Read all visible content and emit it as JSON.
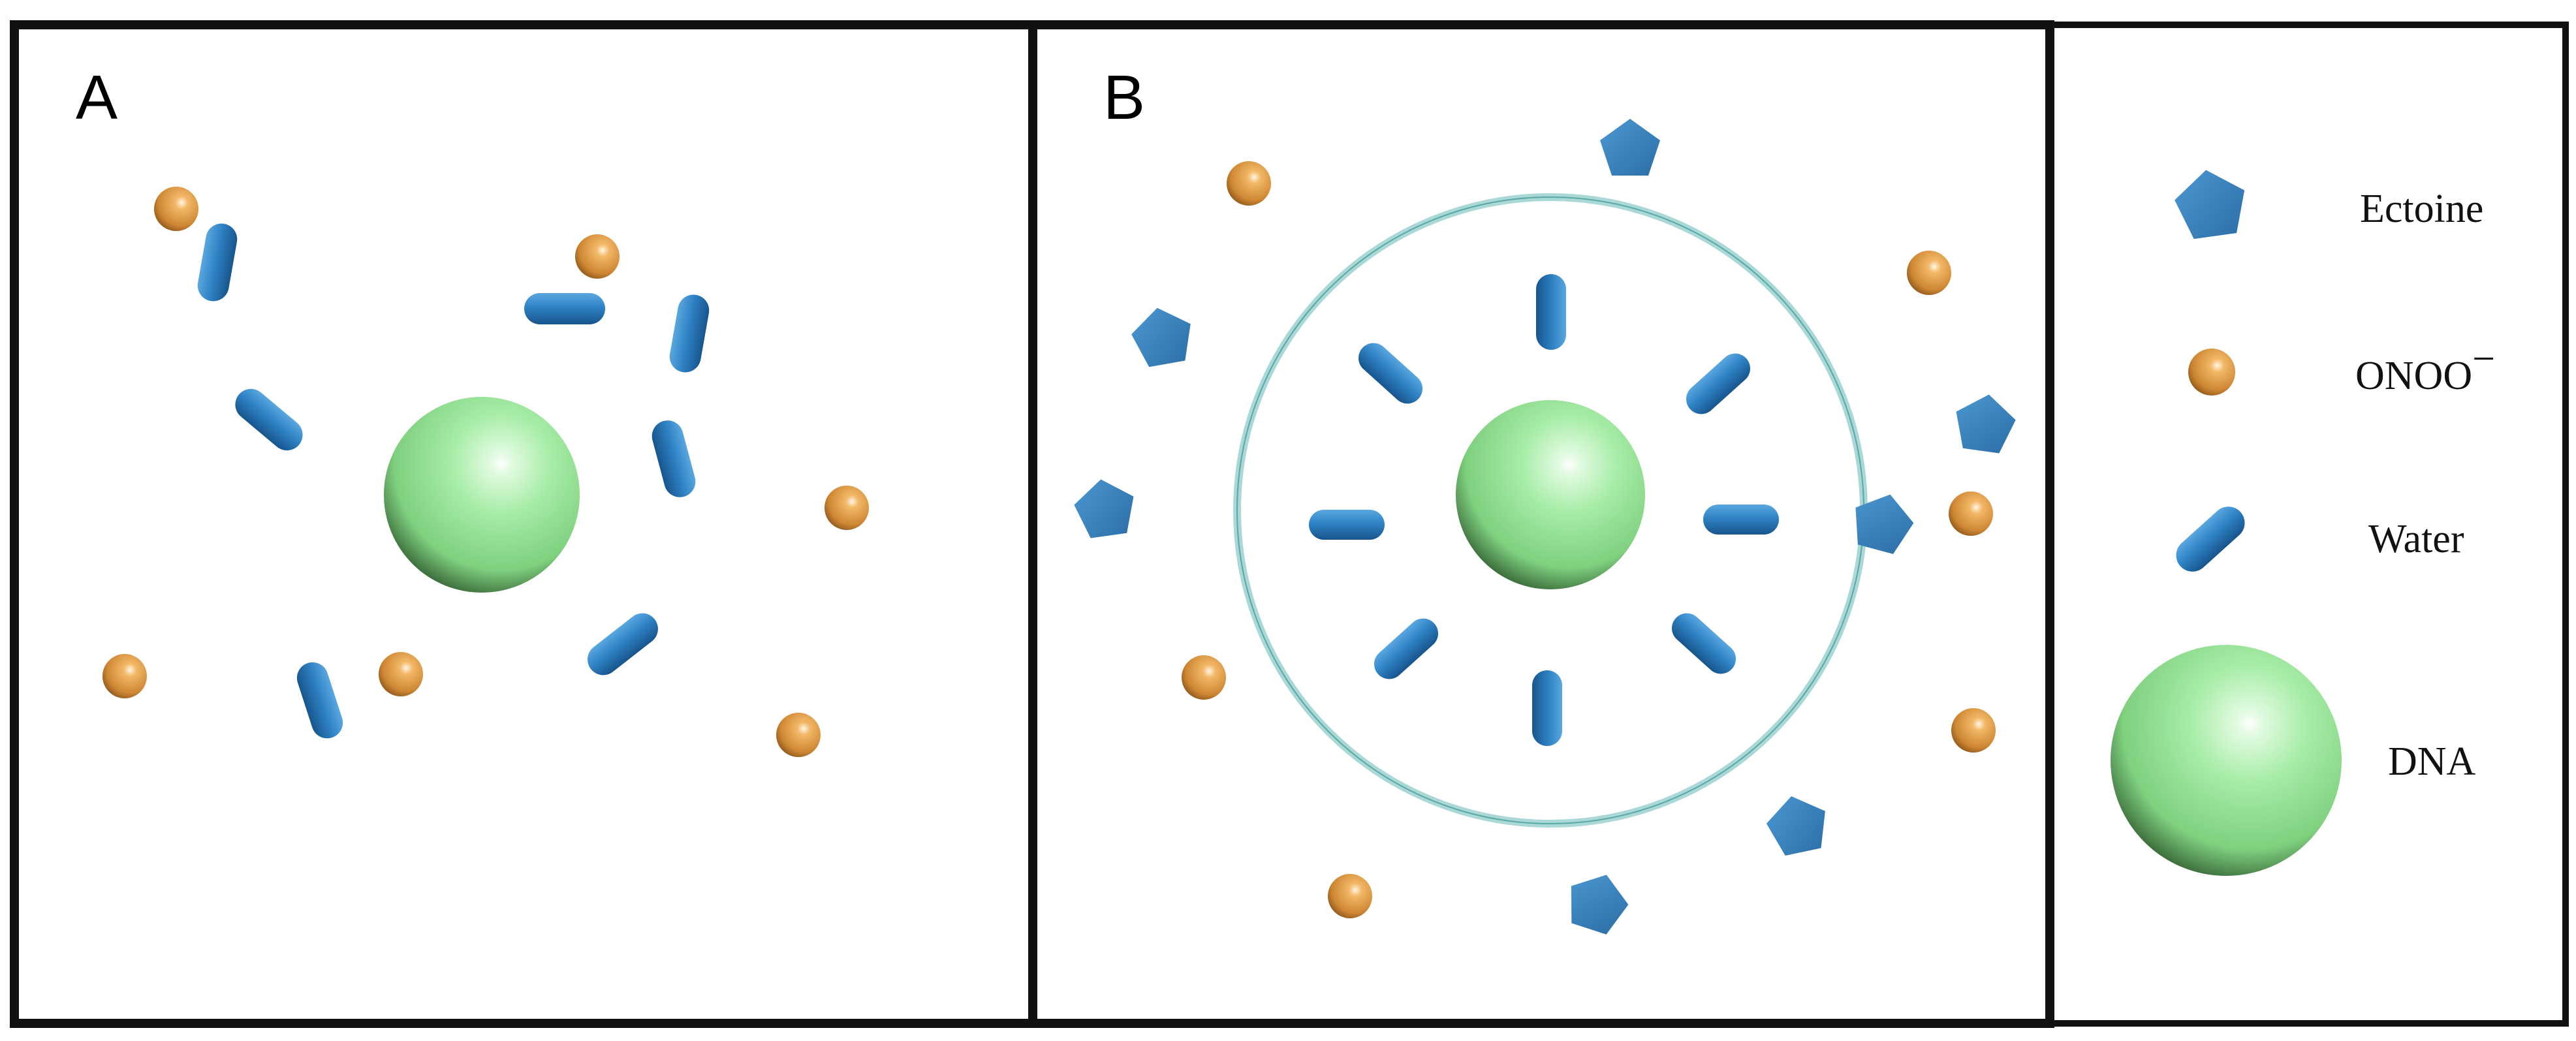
{
  "panels": {
    "a_label": "A",
    "b_label": "B"
  },
  "legend": {
    "ectoine": "Ectoine",
    "onoo": "ONOO",
    "onoo_superscript": "−",
    "water": "Water",
    "dna": "DNA"
  },
  "colors": {
    "border": "#111111",
    "water": "#2e7fc0",
    "ectoine": "#3b85c1",
    "onoo": "#d08a3a",
    "dna": "#8fdc8f",
    "shell": "#a9d8d6"
  }
}
